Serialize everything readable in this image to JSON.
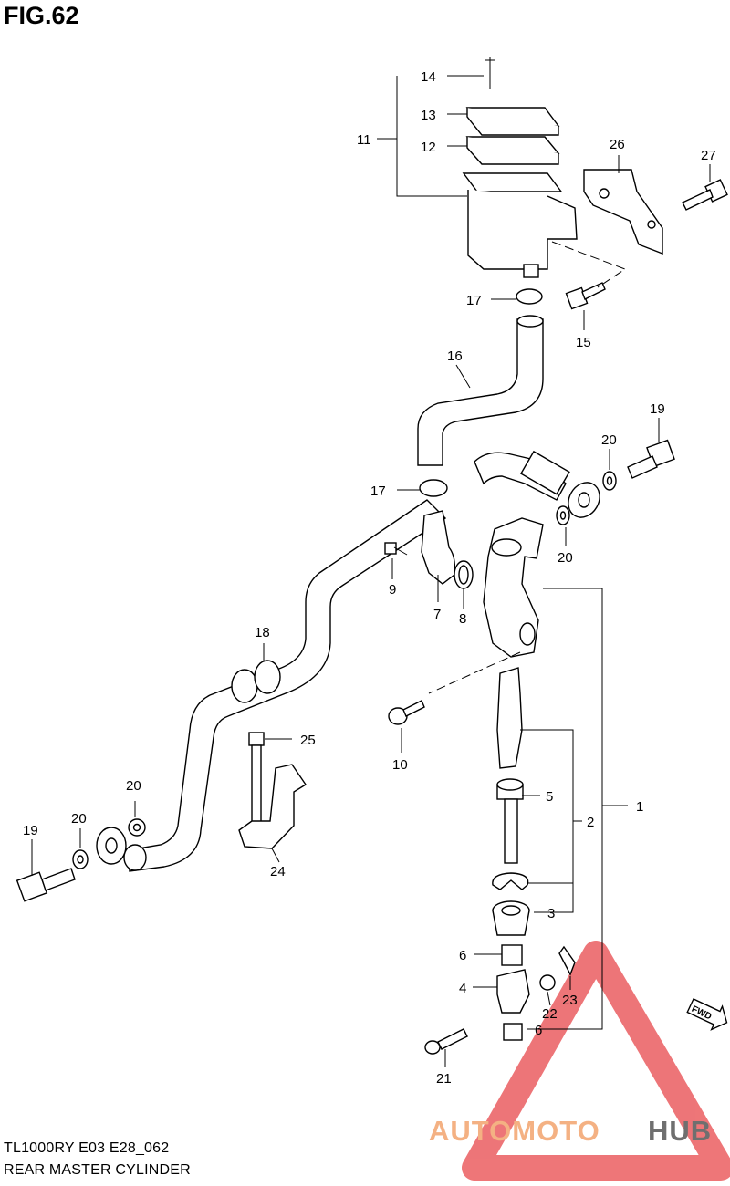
{
  "figure": {
    "title": "FIG.62",
    "model_code": "TL1000RY E03 E28_062",
    "diagram_name": "REAR MASTER CYLINDER"
  },
  "callouts": [
    {
      "id": "c14",
      "label": "14"
    },
    {
      "id": "c13",
      "label": "13"
    },
    {
      "id": "c12",
      "label": "12"
    },
    {
      "id": "c11",
      "label": "11"
    },
    {
      "id": "c26",
      "label": "26"
    },
    {
      "id": "c27",
      "label": "27"
    },
    {
      "id": "c17a",
      "label": "17"
    },
    {
      "id": "c15",
      "label": "15"
    },
    {
      "id": "c16",
      "label": "16"
    },
    {
      "id": "c19a",
      "label": "19"
    },
    {
      "id": "c20a",
      "label": "20"
    },
    {
      "id": "c17b",
      "label": "17"
    },
    {
      "id": "c20b",
      "label": "20"
    },
    {
      "id": "c9",
      "label": "9"
    },
    {
      "id": "c7",
      "label": "7"
    },
    {
      "id": "c8",
      "label": "8"
    },
    {
      "id": "c18",
      "label": "18"
    },
    {
      "id": "c10",
      "label": "10"
    },
    {
      "id": "c25",
      "label": "25"
    },
    {
      "id": "c5",
      "label": "5"
    },
    {
      "id": "c1",
      "label": "1"
    },
    {
      "id": "c2",
      "label": "2"
    },
    {
      "id": "c20c",
      "label": "20"
    },
    {
      "id": "c20d",
      "label": "20"
    },
    {
      "id": "c19b",
      "label": "19"
    },
    {
      "id": "c24",
      "label": "24"
    },
    {
      "id": "c3",
      "label": "3"
    },
    {
      "id": "c6a",
      "label": "6"
    },
    {
      "id": "c4",
      "label": "4"
    },
    {
      "id": "c22",
      "label": "22"
    },
    {
      "id": "c23",
      "label": "23"
    },
    {
      "id": "c6b",
      "label": "6"
    },
    {
      "id": "c21",
      "label": "21"
    }
  ],
  "direction_marker": "FWD",
  "watermark": {
    "text_part1": "AUTOMOTO",
    "text_part2": "HUB",
    "color1": "#f4b183",
    "color2": "#6f6f6f",
    "logo_color": "#e8484b"
  },
  "colors": {
    "line": "#000000",
    "background": "#ffffff"
  }
}
